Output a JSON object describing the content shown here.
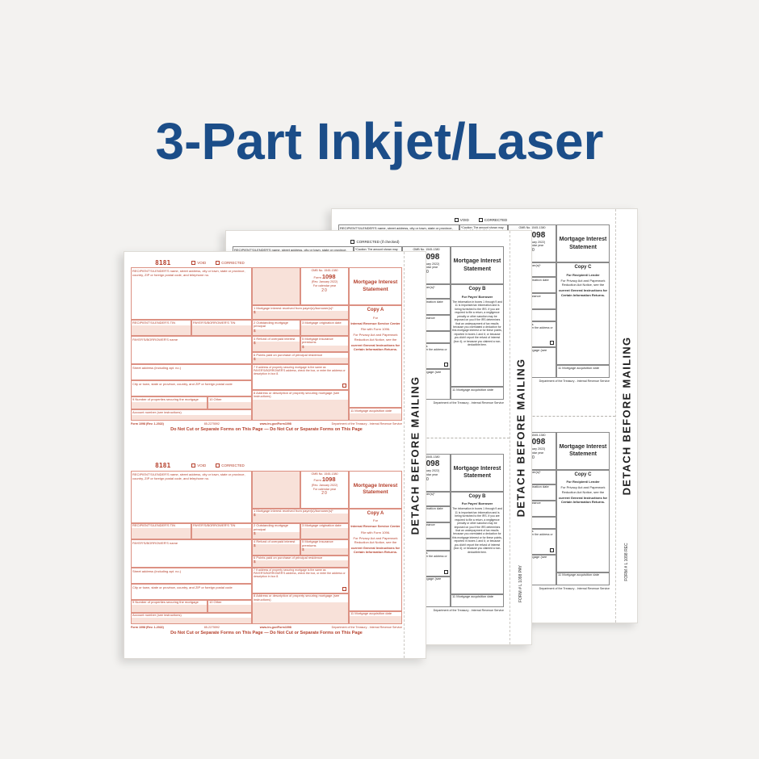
{
  "headline": {
    "text": "3-Part Inkjet/Laser"
  },
  "colors": {
    "headline_blue": "#1b4d88",
    "copy_a_red": "#b5402c",
    "copy_a_fill": "#f8e1d9",
    "ink_black": "#272727",
    "paper_white": "#ffffff",
    "background": "#f3f2f0"
  },
  "stub": {
    "detach": "DETACH BEFORE MAILING",
    "code_b": "FORM # L 1098 PAY",
    "code_c": "FORM # L 1098 REC"
  },
  "form": {
    "print_code": "8181",
    "void_label": "VOID",
    "corrected_label": "CORRECTED",
    "corrected_if_checked": "CORRECTED (if checked)",
    "caution": "*Caution: The amount shown may not be fully deductible by you.",
    "omb": "OMB No. 1545-1380",
    "form_word": "Form",
    "number": "1098",
    "revision": "(Rev. January 2022)",
    "calendar_year": "For calendar year",
    "year_blank": "20",
    "statement_title": "Mortgage Interest Statement",
    "recipient_block": "RECIPIENT'S/LENDER'S name, street address, city or town, state or province, country, ZIP or foreign postal code, and telephone no.",
    "box1": "1 Mortgage interest received from payer(s)/borrower(s)*",
    "dollar": "$",
    "recipient_tin": "RECIPIENT'S/LENDER'S TIN",
    "payer_tin": "PAYER'S/BORROWER'S TIN",
    "box2": "2 Outstanding mortgage principal",
    "box3": "3 Mortgage origination date",
    "payer_name": "PAYER'S/BORROWER'S name",
    "box4": "4 Refund of overpaid interest",
    "box5": "5 Mortgage insurance premiums",
    "box6": "6 Points paid on purchase of principal residence",
    "street_address": "Street address (including apt. no.)",
    "box7": "7 If address of property securing mortgage is the same as PAYER'S/BORROWER'S address, check the box, or enter the address or description in box 8.",
    "city": "City or town, state or province, country, and ZIP or foreign postal code",
    "box8": "8 Address or description of property securing mortgage (see instructions)",
    "box9": "9 Number of properties securing the mortgage",
    "box10": "10 Other",
    "account_number": "Account number (see instructions)",
    "box11": "11 Mortgage acquisition date",
    "privacy_1": "For Privacy Act and Paperwork Reduction Act Notice, see the",
    "privacy_2": "current General Instructions for Certain Information Returns.",
    "footer_form": "Form 1098 (Rev. 1-2022)",
    "footer_cat": "85-2275592",
    "footer_url": "www.irs.gov/Form1098",
    "footer_treasury": "Department of the Treasury - Internal Revenue Service",
    "do_not_cut": "Do Not Cut or Separate Forms on This Page  —  Do Not Cut or Separate Forms on This Page"
  },
  "copy_a": {
    "label": "Copy A",
    "for_line": "For",
    "dest": "Internal Revenue Service Center",
    "file_with": "File with Form 1096."
  },
  "copy_b": {
    "label": "Copy B",
    "for_line": "For Payer/ Borrower",
    "notice": "The information in boxes 1 through 9 and 11 is important tax information and is being furnished to the IRS. If you are required to file a return, a negligence penalty or other sanction may be imposed on you if the IRS determines that an underpayment of tax results because you overstated a deduction for this mortgage interest or for these points, reported in boxes 1 and 6; or because you didn't report the refund of interest (box 4); or because you claimed a non-deductible item."
  },
  "copy_c": {
    "label": "Copy C",
    "for_line": "For Recipient/ Lender"
  }
}
